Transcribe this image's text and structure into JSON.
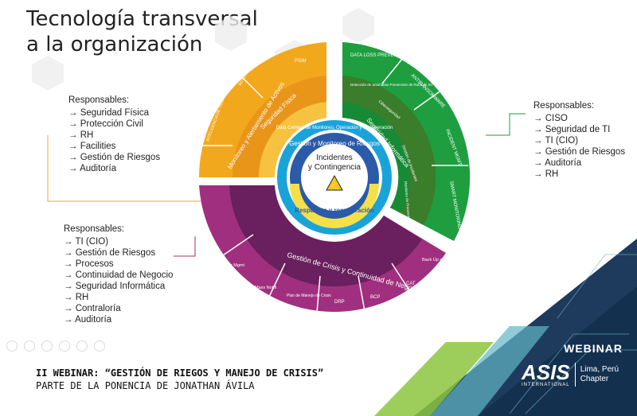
{
  "title": {
    "line1": "Tecnología transversal",
    "line2": "a la organización"
  },
  "left_top": {
    "heading": "Responsables:",
    "items": [
      "Seguridad Física",
      "Protección Civil",
      "RH",
      "Facilities",
      "Gestión de Riesgos",
      "Auditoría"
    ]
  },
  "right": {
    "heading": "Responsables:",
    "items": [
      "CISO",
      "Seguridad de TI",
      "TI (CIO)",
      "Gestión de Riesgos",
      "Auditoría",
      "RH"
    ]
  },
  "left_bottom": {
    "heading": "Responsables:",
    "items": [
      "TI (CIO)",
      "Gestión de Riesgos",
      "Procesos",
      "Continuidad de Negocio",
      "Seguridad Informática",
      "RH",
      "Contraloría",
      "Auditoría"
    ]
  },
  "wheel": {
    "center": {
      "line1": "Incidentes",
      "line2": "y Contingencia",
      "symbol": "⚡"
    },
    "ring_label_top": "Gestión y Monitoreo de Riesgos",
    "ring_label_bottom": "Respuesta y recuperación",
    "ring_label_outer": "Data Centers de Monitoreo, Operación y Recuperación",
    "orange": {
      "inner": "Seguridad Física",
      "middle": "Monitoreo y Alertamiento de Activos",
      "outer": [
        "PSIM",
        "BOTÓN DE PÁNICO",
        "INTELIGENCIA DE VIDEO"
      ],
      "color": "#f2a81d"
    },
    "green": {
      "inner": "Seguridad Informática",
      "middle": [
        "Detección de anomalías Prevención de Robo de Inf",
        "Ciberseguridad",
        "Gestión de Incidentes",
        "Monitoreo de Procesos Críticos"
      ],
      "outer": [
        "DATA LOSS PREVENTION DLP",
        "ANTIRANSOMWARE",
        "INCIDENT MGMT.",
        "SMART MONITORING"
      ],
      "color": "#1e9e3f"
    },
    "purple": {
      "inner": "Gestión de Crisis y Continuidad de Negocio",
      "outer": [
        "Crisis Mgmt",
        "Mass Notifi",
        "Plan de Manejo de Crisis",
        "DRP",
        "BCP",
        "CAT",
        "Back Up as a Sevice"
      ],
      "color": "#9c2a8a"
    }
  },
  "footer": {
    "line1": "II WEBINAR: “GESTIÓN DE RIEGOS Y MANEJO DE CRISIS”",
    "line2": "PARTE DE LA PONENCIA DE JONATHAN ÁVILA",
    "webinar": "WEBINAR",
    "brand": "ASIS",
    "brand_sub": "INTERNATIONAL",
    "chapter_line1": "Lima, Perú",
    "chapter_line2": "Chapter"
  }
}
